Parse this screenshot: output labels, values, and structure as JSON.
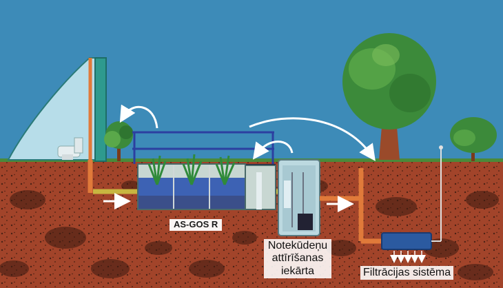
{
  "labels": {
    "system_name": "AS-GOS R",
    "treatment_plant": [
      "Notekūdeņu",
      "attīrīšanas",
      "iekārta"
    ],
    "filtration_system": "Filtrācijas sistēma"
  },
  "colors": {
    "sky": "#3d8bb8",
    "soil": "#a2442a",
    "pipe": "#e07a3a",
    "pipe_yellow": "#c8b640",
    "tank_water": "#3d62b4",
    "house_glass": "#b7dde9",
    "tree_leaves": "#3c8a3a",
    "trunk": "#9a4a2a",
    "filter_box": "#2b5aa0"
  }
}
